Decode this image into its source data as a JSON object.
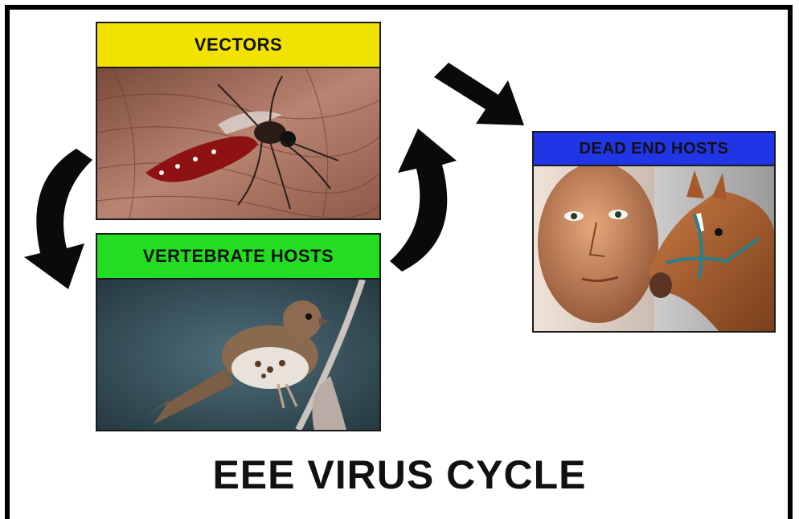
{
  "diagram": {
    "title": "EEE VIRUS CYCLE",
    "nodes": [
      {
        "id": "vectors",
        "label": "VECTORS",
        "color": "#f2e200"
      },
      {
        "id": "vertebrate",
        "label": "VERTEBRATE HOSTS",
        "color": "#22dd22"
      },
      {
        "id": "deadend",
        "label": "DEAD END HOSTS",
        "color": "#1f35e6"
      }
    ],
    "edges": [
      {
        "from": "vectors",
        "to": "vertebrate"
      },
      {
        "from": "vertebrate",
        "to": "vectors"
      },
      {
        "from": "vectors",
        "to": "deadend"
      }
    ],
    "images": {
      "vectors": "mosquito on skin",
      "vertebrate": "sparrow on branch",
      "deadend": "human face and horse"
    }
  }
}
